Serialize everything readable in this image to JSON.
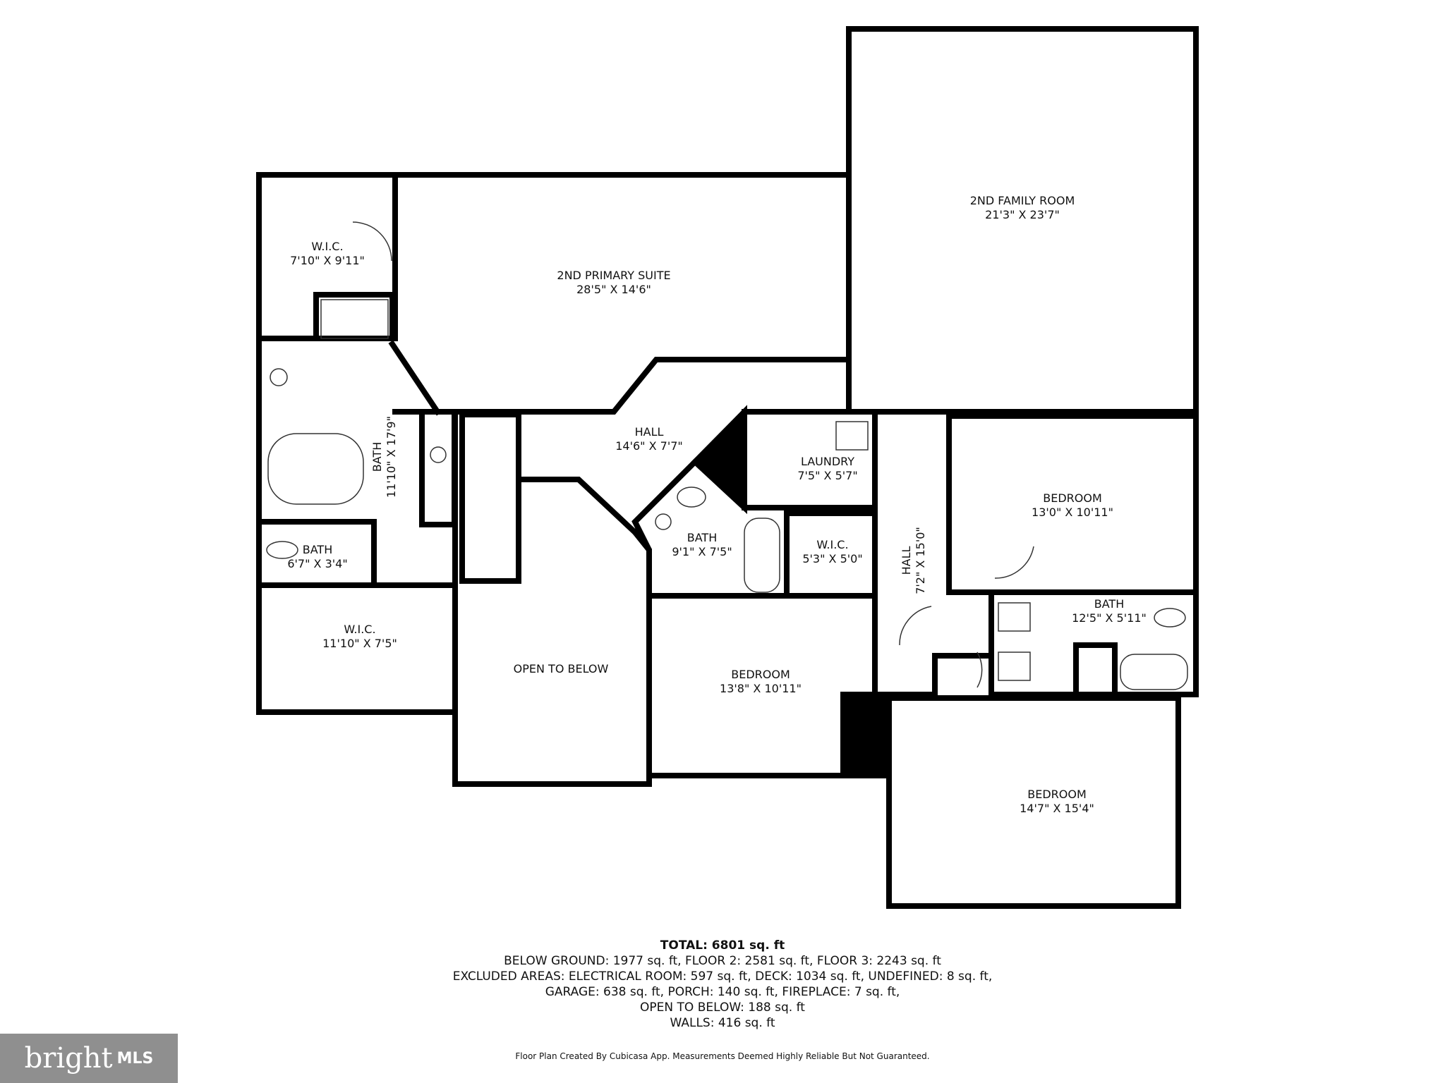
{
  "rooms": [
    {
      "id": "family",
      "name": "2ND FAMILY ROOM",
      "dims": "21'3\" X 23'7\""
    },
    {
      "id": "primary",
      "name": "2ND PRIMARY SUITE",
      "dims": "28'5\" X 14'6\""
    },
    {
      "id": "wic1",
      "name": "W.I.C.",
      "dims": "7'10\" X 9'11\""
    },
    {
      "id": "bath_primary",
      "name": "BATH",
      "dims": "11'10\" X 17'9\""
    },
    {
      "id": "bath_small",
      "name": "BATH",
      "dims": "6'7\" X 3'4\""
    },
    {
      "id": "wic2",
      "name": "W.I.C.",
      "dims": "11'10\" X 7'5\""
    },
    {
      "id": "hall1",
      "name": "HALL",
      "dims": "14'6\" X 7'7\""
    },
    {
      "id": "laundry",
      "name": "LAUNDRY",
      "dims": "7'5\" X 5'7\""
    },
    {
      "id": "bath_center",
      "name": "BATH",
      "dims": "9'1\" X 7'5\""
    },
    {
      "id": "wic3",
      "name": "W.I.C.",
      "dims": "5'3\" X 5'0\""
    },
    {
      "id": "open",
      "name": "OPEN TO BELOW",
      "dims": ""
    },
    {
      "id": "bed_center",
      "name": "BEDROOM",
      "dims": "13'8\" X 10'11\""
    },
    {
      "id": "hall2",
      "name": "HALL",
      "dims": "7'2\" X 15'0\""
    },
    {
      "id": "bed_right",
      "name": "BEDROOM",
      "dims": "13'0\" X 10'11\""
    },
    {
      "id": "bath_right",
      "name": "BATH",
      "dims": "12'5\" X 5'11\""
    },
    {
      "id": "bed_bottom",
      "name": "BEDROOM",
      "dims": "14'7\" X 15'4\""
    }
  ],
  "summary": {
    "total": "TOTAL: 6801 sq. ft",
    "lines": [
      "BELOW GROUND: 1977 sq. ft, FLOOR 2: 2581 sq. ft, FLOOR 3: 2243 sq. ft",
      "EXCLUDED AREAS: ELECTRICAL ROOM: 597 sq. ft, DECK: 1034 sq. ft, UNDEFINED: 8 sq. ft,",
      "GARAGE: 638 sq. ft, PORCH: 140 sq. ft, FIREPLACE: 7 sq. ft,",
      "OPEN TO BELOW: 188 sq. ft",
      "WALLS: 416 sq. ft"
    ]
  },
  "footnote": "Floor Plan Created By Cubicasa App. Measurements Deemed Highly Reliable But Not Guaranteed.",
  "brand": {
    "word": "bright",
    "suffix": "MLS"
  },
  "colors": {
    "wall": "#000000",
    "background": "#ffffff",
    "brand_bg": "#8f8f8f"
  }
}
